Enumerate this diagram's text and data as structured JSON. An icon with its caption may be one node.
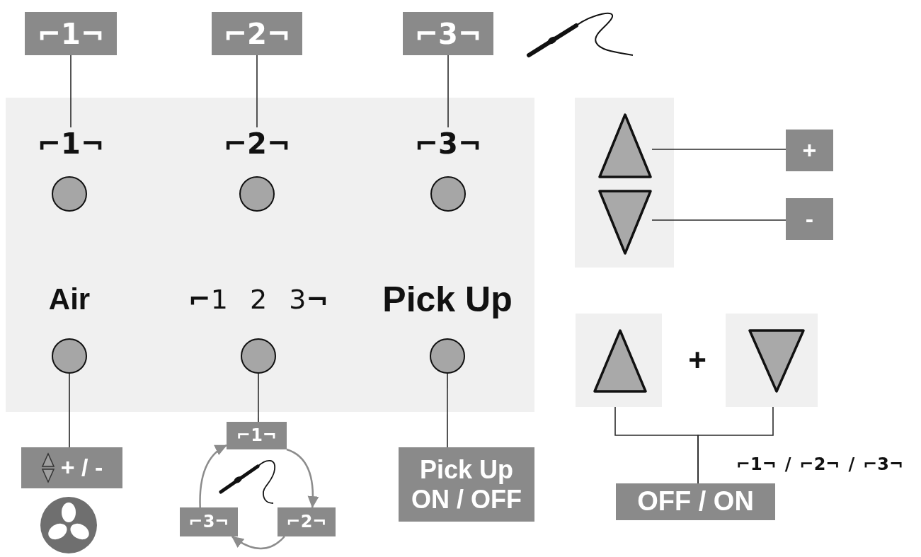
{
  "diagram": {
    "nodes": [
      {
        "text": [
          "⌐1¬"
        ]
      },
      {
        "text": [
          "⌐2¬"
        ]
      },
      {
        "text": [
          "⌐3¬"
        ]
      },
      {
        "text": [],
        "shape": "box"
      },
      {
        "text": [
          "⌐1¬"
        ],
        "in": 3
      },
      {
        "text": [
          "⌐2¬"
        ],
        "in": 3
      },
      {
        "text": [
          "⌐3¬"
        ],
        "in": 3
      },
      {
        "text": [],
        "shape": "circle",
        "in": 3
      },
      {
        "text": [],
        "shape": "circle",
        "in": 3
      },
      {
        "text": [],
        "shape": "circle",
        "in": 3
      },
      {
        "text": [],
        "shape": "circle",
        "in": 3,
        "beside": [
          "Air"
        ]
      },
      {
        "text": [],
        "shape": "circle",
        "in": 3,
        "beside": [
          "**⌐**1 2 3**¬**"
        ]
      },
      {
        "text": [],
        "shape": "circle",
        "in": 3,
        "beside": [
          "Pick Up"
        ]
      },
      {
        "text": [],
        "shape": "box"
      },
      {
        "text": [],
        "shape": "triangle",
        "in": 13
      },
      {
        "text": [],
        "shape": "triangle",
        "in": 13
      },
      {
        "text": [
          "+"
        ]
      },
      {
        "text": [
          "-"
        ]
      },
      {
        "text": [
          "+ / -"
        ]
      },
      {
        "text": [
          "⌐1¬"
        ]
      },
      {
        "text": [
          "⌐3¬"
        ]
      },
      {
        "text": [
          "⌐2¬"
        ]
      },
      {
        "text": [
          "Pick Up ON / OFF"
        ]
      },
      {
        "text": [],
        "shape": "box"
      },
      {
        "text": [],
        "shape": "triangle",
        "in": 23
      },
      {
        "text": [],
        "shape": "box"
      },
      {
        "text": [],
        "shape": "triangle",
        "in": 25
      },
      {
        "text": [
          "OFF / ON"
        ]
      }
    ],
    "edges": [
      {
        "from": 0,
        "to": 4,
        "arrow": "none"
      },
      {
        "from": 1,
        "to": 5,
        "arrow": "none"
      },
      {
        "from": 2,
        "to": 6,
        "arrow": "none"
      },
      {
        "from": 14,
        "to": 16,
        "arrow": "none"
      },
      {
        "from": 15,
        "to": 17,
        "arrow": "none"
      },
      {
        "from": 10,
        "to": 18,
        "arrow": "none"
      },
      {
        "from": 11,
        "to": 19,
        "arrow": "none"
      },
      {
        "from": 12,
        "to": 22,
        "arrow": "none"
      },
      {
        "from": 19,
        "to": 21,
        "arrow": "to",
        "color": "#8c8c8c"
      },
      {
        "from": 21,
        "to": 20,
        "arrow": "to",
        "color": "#8c8c8c"
      },
      {
        "from": 20,
        "to": 19,
        "arrow": "to",
        "color": "#8c8c8c"
      },
      {
        "from": 23,
        "to": 27,
        "arrow": "none"
      },
      {
        "from": 25,
        "to": 27,
        "arrow": "none"
      }
    ],
    "labels": [
      "+",
      "⌐1¬ / ⌐2¬ / ⌐3¬"
    ]
  }
}
